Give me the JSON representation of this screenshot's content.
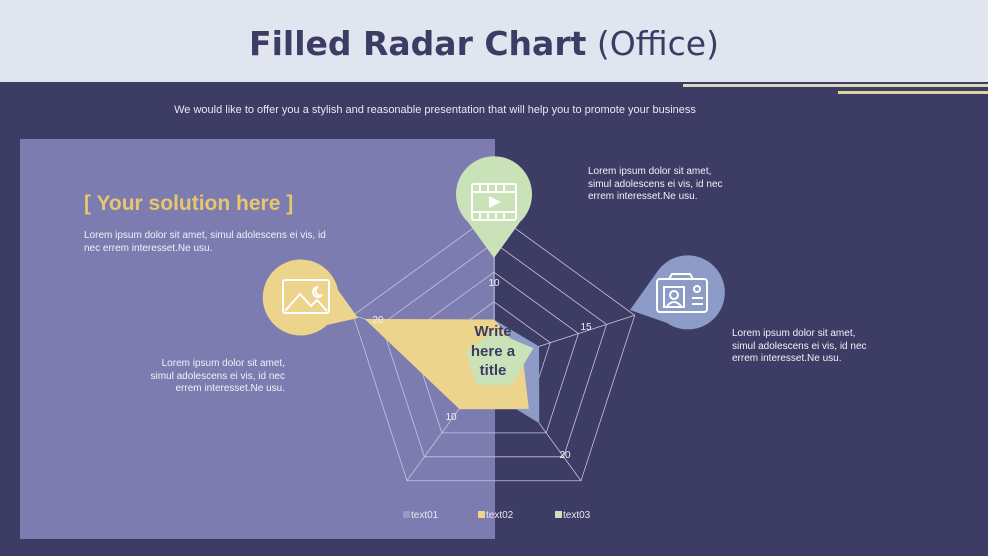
{
  "header": {
    "title_bold": "Filled Radar Chart",
    "title_light": "(Office)"
  },
  "subtitle": "We would like to offer you a stylish and reasonable presentation that will help you to promote your business",
  "solution": {
    "title": "[ Your solution here ]",
    "text": "Lorem ipsum dolor sit amet, simul adolescens ei vis, id nec errem interesset.Ne usu."
  },
  "callouts": {
    "top_right": "Lorem ipsum dolor sit amet, simul adolescens ei vis, id nec errem interesset.Ne usu.",
    "right": "Lorem ipsum dolor sit amet, simul adolescens ei vis, id nec errem interesset.Ne usu.",
    "left": "Lorem ipsum dolor sit amet, simul adolescens ei vis, id nec errem interesset.Ne usu."
  },
  "center_label": [
    "Write",
    "here a",
    "title"
  ],
  "icons": [
    {
      "name": "video-icon",
      "color": "#c9e2b8"
    },
    {
      "name": "id-card-icon",
      "color": "#8d9cc7"
    },
    {
      "name": "image-icon",
      "color": "#ecd48c"
    }
  ],
  "chart_data": {
    "type": "radar",
    "categories": [
      "",
      "",
      "",
      "",
      ""
    ],
    "tick_labels": [
      "10",
      "15",
      "20"
    ],
    "rlim": [
      0,
      25
    ],
    "series": [
      {
        "name": "text01",
        "color": "#8d9cc7",
        "values": [
          7,
          8,
          13,
          5,
          4
        ]
      },
      {
        "name": "text02",
        "color": "#ecd48c",
        "values": [
          7,
          5,
          10,
          10,
          23
        ]
      },
      {
        "name": "text03",
        "color": "#c9e2b8",
        "values": [
          5,
          7,
          5,
          5,
          5
        ]
      }
    ],
    "legend_position": "bottom"
  }
}
